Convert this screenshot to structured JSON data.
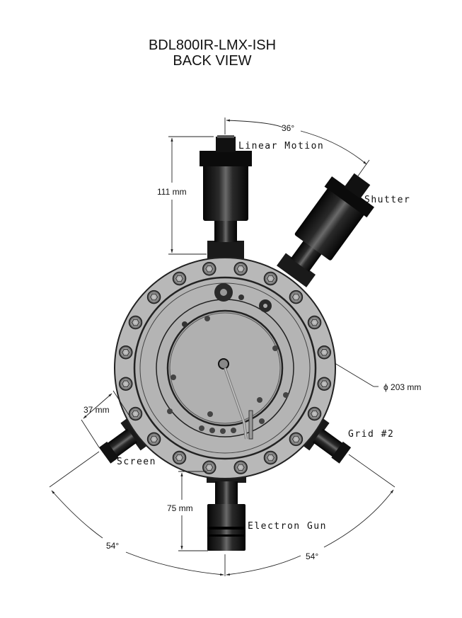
{
  "title": {
    "line1": "BDL800IR-LMX-ISH",
    "line2": "BACK VIEW"
  },
  "ports": {
    "linear_motion": "Linear Motion",
    "shutter": "Shutter",
    "screen": "Screen",
    "grid2": "Grid #2",
    "electron_gun": "Electron Gun"
  },
  "dimensions": {
    "angle_top": "36°",
    "angle_bottom_left": "54°",
    "angle_bottom_right": "54°",
    "length_linear_motion": "111 mm",
    "length_screen": "37 mm",
    "length_electron_gun": "75 mm",
    "flange_diameter": "ϕ 203 mm"
  },
  "colors": {
    "flange": "#b4b4b4",
    "flange_dark": "#3a3a3a",
    "tube": "#111111",
    "line": "#222222"
  }
}
